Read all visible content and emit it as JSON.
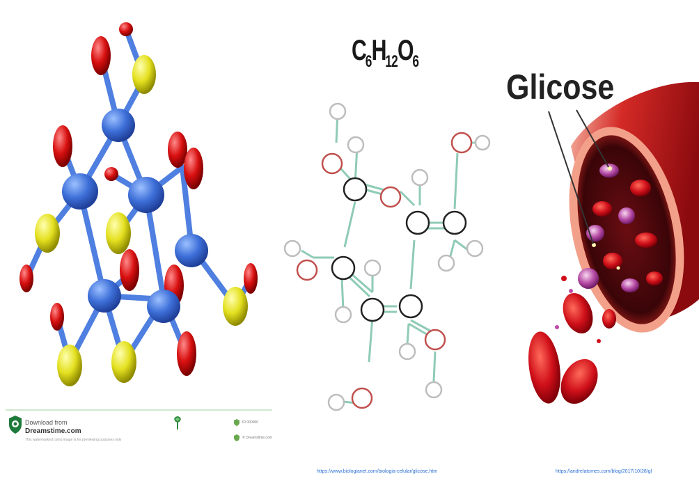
{
  "formula": {
    "c": "C",
    "c_n": "6",
    "h": "H",
    "h_n": "12",
    "o": "O",
    "o_n": "6"
  },
  "blood": {
    "label": "Glicose"
  },
  "watermark": {
    "line1": "Download from",
    "line2": "Dreamstime.com",
    "line3": "This watermarked comp image is for previewing purposes only",
    "side1": "ID 000000",
    "side2": "© Dreamstime.com"
  },
  "sources": {
    "biologia": "https://www.biologianet.com/biologia-celular/glicose.htm",
    "blood": "https://andrelatomes.com/blog/2017/10/28/gl"
  },
  "colors": {
    "carbon": "#3d6fd8",
    "oxygen": "#d81010",
    "hydrogen": "#e4e020",
    "bond": "#4f7fe0",
    "struct_bond": "#8fcbb5",
    "blood_red": "#c8101a"
  }
}
